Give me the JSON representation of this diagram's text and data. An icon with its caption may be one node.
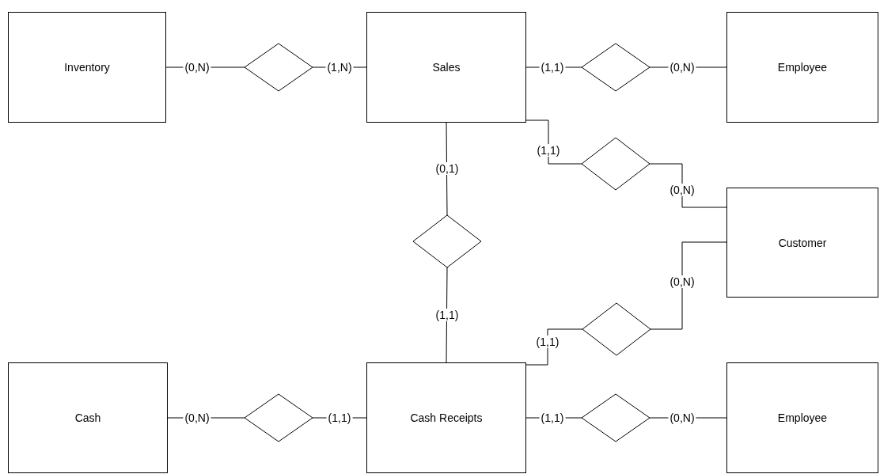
{
  "diagram": {
    "nodes": [
      {
        "text": [
          "Inventory"
        ]
      },
      {
        "text": [],
        "shape": "diamond"
      },
      {
        "text": [
          "Sales"
        ]
      },
      {
        "text": [],
        "shape": "diamond"
      },
      {
        "text": [
          "Employee"
        ]
      },
      {
        "text": [],
        "shape": "diamond"
      },
      {
        "text": [
          "Customer"
        ]
      },
      {
        "text": [],
        "shape": "diamond"
      },
      {
        "text": [],
        "shape": "diamond"
      },
      {
        "text": [
          "Cash"
        ]
      },
      {
        "text": [],
        "shape": "diamond"
      },
      {
        "text": [
          "Cash Receipts"
        ]
      },
      {
        "text": [],
        "shape": "diamond"
      },
      {
        "text": [
          "Employee"
        ]
      }
    ],
    "edges": [
      {
        "from": 0,
        "to": 1,
        "arrow": "none",
        "label": "(0,N)"
      },
      {
        "from": 1,
        "to": 2,
        "arrow": "none",
        "label": "(1,N)"
      },
      {
        "from": 2,
        "to": 3,
        "arrow": "none",
        "label": "(1,1)"
      },
      {
        "from": 3,
        "to": 4,
        "arrow": "none",
        "label": "(0,N)"
      },
      {
        "from": 2,
        "to": 5,
        "arrow": "none",
        "label": "(1,1)"
      },
      {
        "from": 5,
        "to": 6,
        "arrow": "none",
        "label": "(0,N)"
      },
      {
        "from": 2,
        "to": 7,
        "arrow": "none",
        "label": "(0,1)"
      },
      {
        "from": 7,
        "to": 11,
        "arrow": "none",
        "label": "(1,1)"
      },
      {
        "from": 11,
        "to": 8,
        "arrow": "none",
        "label": "(1,1)"
      },
      {
        "from": 8,
        "to": 6,
        "arrow": "none",
        "label": "(0,N)"
      },
      {
        "from": 9,
        "to": 10,
        "arrow": "none",
        "label": "(0,N)"
      },
      {
        "from": 10,
        "to": 11,
        "arrow": "none",
        "label": "(1,1)"
      },
      {
        "from": 11,
        "to": 12,
        "arrow": "none",
        "label": "(1,1)"
      },
      {
        "from": 12,
        "to": 13,
        "arrow": "none",
        "label": "(0,N)"
      }
    ]
  }
}
